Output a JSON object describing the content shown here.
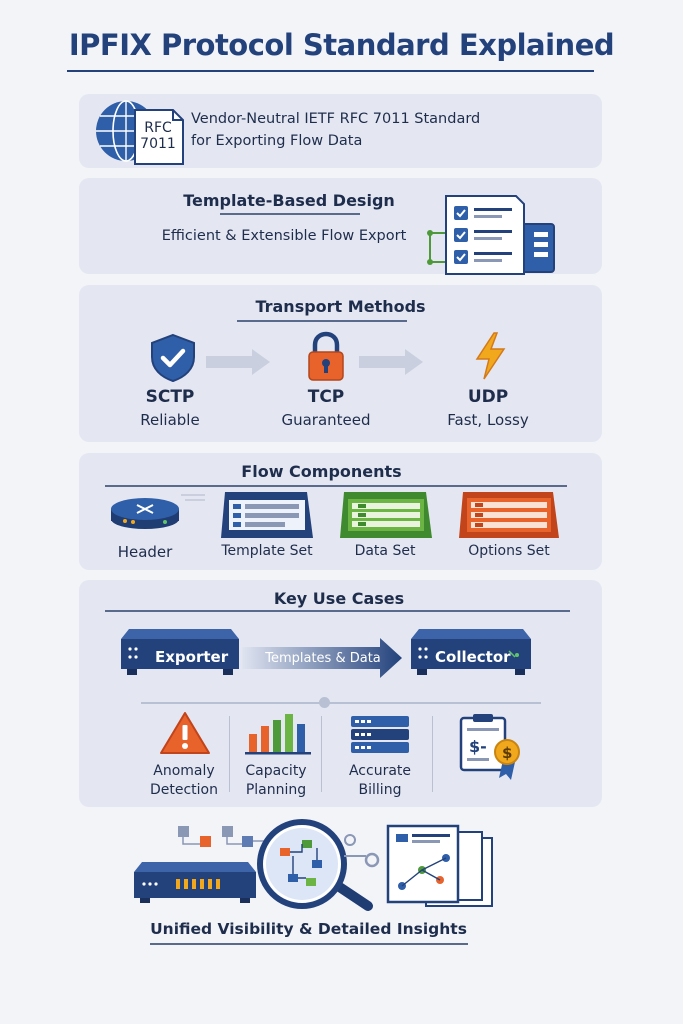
{
  "title": "IPFIX Protocol Standard Explained",
  "rfc": {
    "badge_line1": "RFC",
    "badge_line2": "7011",
    "line1": "Vendor-Neutral IETF RFC 7011 Standard",
    "line2": "for Exporting Flow Data"
  },
  "template": {
    "heading": "Template-Based Design",
    "subtitle": "Efficient & Extensible Flow Export"
  },
  "transport": {
    "heading": "Transport Methods",
    "methods": [
      {
        "name": "SCTP",
        "desc": "Reliable",
        "icon": "shield-check-icon"
      },
      {
        "name": "TCP",
        "desc": "Guaranteed",
        "icon": "padlock-icon"
      },
      {
        "name": "UDP",
        "desc": "Fast, Lossy",
        "icon": "lightning-icon"
      }
    ]
  },
  "components": {
    "heading": "Flow Components",
    "items": [
      {
        "label": "Header",
        "icon": "router-icon"
      },
      {
        "label": "Template Set",
        "icon": "template-set-icon"
      },
      {
        "label": "Data Set",
        "icon": "data-set-icon"
      },
      {
        "label": "Options Set",
        "icon": "options-set-icon"
      }
    ]
  },
  "use_cases": {
    "heading": "Key Use Cases",
    "exporter": "Exporter",
    "arrow_label": "Templates & Data",
    "collector": "Collector",
    "items": [
      {
        "line1": "Anomaly",
        "line2": "Detection",
        "icon": "warning-triangle-icon"
      },
      {
        "line1": "Capacity",
        "line2": "Planning",
        "icon": "bar-chart-icon"
      },
      {
        "line1": "Accurate",
        "line2": "Billing",
        "icon": "server-stack-icon"
      },
      {
        "line1": "",
        "line2": "",
        "icon": "invoice-dollar-icon"
      }
    ]
  },
  "footer": {
    "caption": "Unified Visibility & Detailed Insights"
  },
  "colors": {
    "navy": "#23427c",
    "blue": "#2f5fa8",
    "orange": "#e8632b",
    "green": "#4e9a3a",
    "amber": "#f2a81d"
  }
}
